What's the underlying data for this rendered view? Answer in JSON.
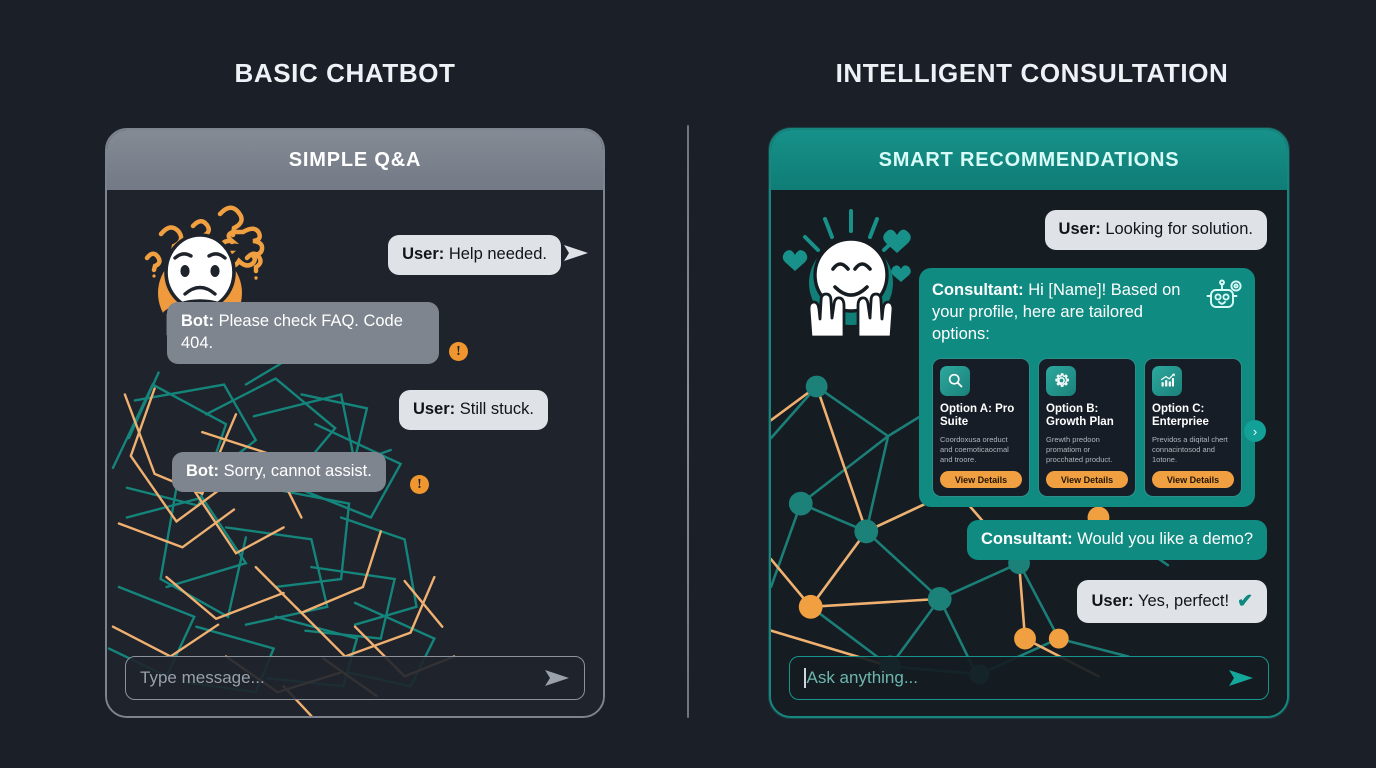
{
  "headings": {
    "left": "BASIC CHATBOT",
    "right": "INTELLIGENT CONSULTATION"
  },
  "left_panel": {
    "header": "SIMPLE Q&A",
    "avatar": "confused-face-avatar",
    "messages": [
      {
        "speaker": "User:",
        "text": " Help needed.",
        "style": "user-grey"
      },
      {
        "speaker": "Bot:",
        "text": " Please check FAQ. Code 404.",
        "style": "bot-grey",
        "warning": "!"
      },
      {
        "speaker": "User:",
        "text": " Still stuck.",
        "style": "user-grey"
      },
      {
        "speaker": "Bot:",
        "text": " Sorry, cannot assist.",
        "style": "bot-grey",
        "warning": "!"
      }
    ],
    "input": {
      "placeholder": "Type message...",
      "send_icon": "send-arrow-icon"
    }
  },
  "right_panel": {
    "header": "SMART RECOMMENDATIONS",
    "avatar": "happy-face-avatar",
    "messages": [
      {
        "speaker": "User:",
        "text": " Looking for solution.",
        "style": "user-grey"
      },
      {
        "speaker": "Consultant:",
        "text": " Would you like a demo?",
        "style": "teal"
      },
      {
        "speaker": "User:",
        "text": " Yes, perfect!",
        "style": "user-grey",
        "check": "✔"
      }
    ],
    "consultant_block": {
      "speaker": "Consultant:",
      "text": " Hi [Name]! Based on your profile, here are tailored options:",
      "robot_icon": "robot-gear-icon",
      "next_label": "›",
      "cards": [
        {
          "icon": "magnifier-icon",
          "title": "Option A: Pro Suite",
          "desc": "Coordoxusa oreduct and coemoticaocmal and troore.",
          "button": "View Details"
        },
        {
          "icon": "gear-icon",
          "title": "Option B: Growth Plan",
          "desc": "Grewth predoon promatiom or procchated product.",
          "button": "View Details"
        },
        {
          "icon": "chart-up-icon",
          "title": "Option C: Enterpriee",
          "desc": "Previdos a diqital chert connacintosod and 1otone.",
          "button": "View Details"
        }
      ]
    },
    "input": {
      "placeholder": "Ask anything...",
      "send_icon": "send-arrow-icon"
    }
  },
  "colors": {
    "page_bg": "#1b2028",
    "teal": "#0f8b82",
    "teal_bright": "#16a79c",
    "orange": "#f0a040",
    "grey_bubble": "#7e858f",
    "light_bubble": "#dfe2e6"
  }
}
